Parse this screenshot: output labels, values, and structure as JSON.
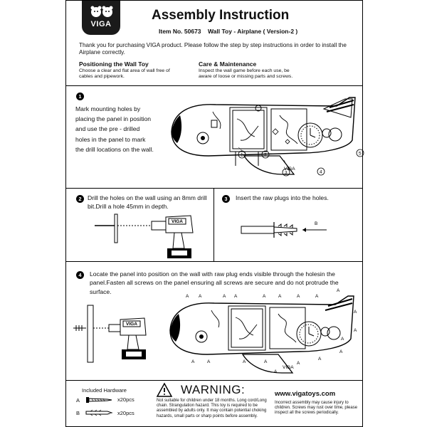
{
  "header": {
    "brand": "VIGA",
    "title": "Assembly Instruction",
    "item_line": "Item No. 50673    Wall Toy - Airplane ( Version-2 )"
  },
  "intro": "Thank you for purchasing VIGA product. Please follow the step by step instructions in order to install the Airplane correctly.",
  "positioning": {
    "heading": "Positioning the Wall Toy",
    "text": "Choose a clear and flat area of wall free of cables and pipework."
  },
  "care": {
    "heading": "Care & Maintenance",
    "text": "Inspect the wall game before each use, be aware of loose or missing parts and screws."
  },
  "steps": [
    {
      "num": "1",
      "text_lines": [
        "Mark mounting holes by",
        "placing the panel in position",
        "and use the pre - drilled",
        "holes in the panel to mark",
        "the drill locations on the wall."
      ],
      "callouts": [
        "1",
        "2",
        "3",
        "4",
        "5"
      ]
    },
    {
      "num": "2",
      "text": "Drill the holes on the wall using an 8mm drill bit.Drill a hole 45mm in depth.",
      "drill_brand": "VIGA"
    },
    {
      "num": "3",
      "text": "Insert the raw plugs into the holes.",
      "callout": "B"
    },
    {
      "num": "4",
      "text": "Locate the panel into position on the wall with raw plug ends visible through the holesin the panel.Fasten all screws on the panel ensuring all screws are secure and do not protrude the surface.",
      "callout": "A",
      "drill_brand": "VIGA"
    }
  ],
  "hardware": {
    "title": "Included Hardware",
    "items": [
      {
        "label": "A",
        "qty": "x20pcs"
      },
      {
        "label": "B",
        "qty": "x20pcs"
      }
    ]
  },
  "warning": {
    "title": "WARNING:",
    "text": "Not suitable for children under 18 months.  Long cord/Long chain.  Strangulation hazard. This toy is required to be assembled by adults only. It may contain potential choking hazards, small parts or sharp points before assembly."
  },
  "website": "www.vigatoys.com",
  "website_note": "Incorrect assembly may cause injury to children. Screws may rust over time, please inspect all the screws periodically."
}
